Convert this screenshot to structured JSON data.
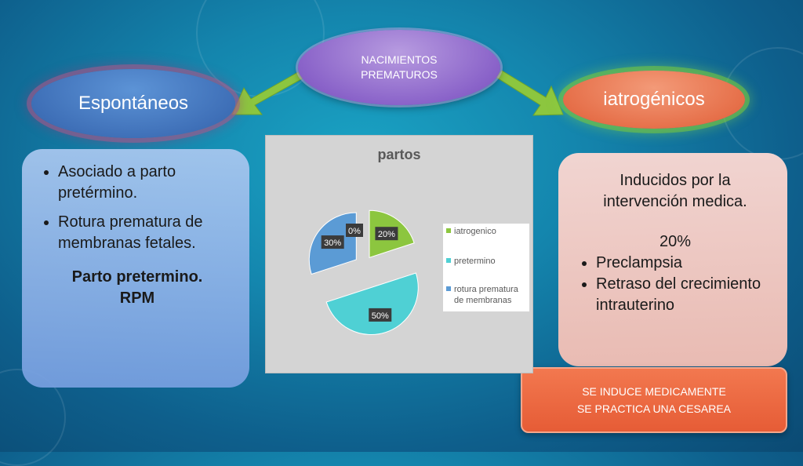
{
  "diagram": {
    "center_node": [
      "NACIMIENTOS",
      "PREMATUROS"
    ],
    "left_node": "Espontáneos",
    "right_node": "iatrogénicos",
    "left_panel": {
      "bullets": [
        "Asociado a parto pretérmino.",
        "Rotura prematura de membranas fetales."
      ],
      "summary": [
        "Parto pretermino.",
        "RPM"
      ]
    },
    "right_panel": {
      "title": "Inducidos por la intervención medica.",
      "percent": "20%",
      "bullets": [
        "Preclampsia",
        "Retraso del crecimiento intrauterino"
      ]
    },
    "orange_box": [
      "SE INDUCE  MEDICAMENTE",
      "SE PRACTICA UNA CESAREA"
    ],
    "colors": {
      "center_node": "#8a63c9",
      "left_node": "#3f70b8",
      "right_node": "#e6704a",
      "arrow": "#8cc63f"
    }
  },
  "chart_data": {
    "type": "pie",
    "title": "partos",
    "categories": [
      "iatrogenico",
      "pretermino",
      "rotura prematura de membranas"
    ],
    "values": [
      20,
      50,
      30
    ],
    "extra_label": "0%",
    "data_labels": [
      "20%",
      "50%",
      "30%"
    ],
    "legend_position": "right",
    "colors": [
      "#8cc63f",
      "#4fd0d4",
      "#5b9bd5"
    ]
  }
}
